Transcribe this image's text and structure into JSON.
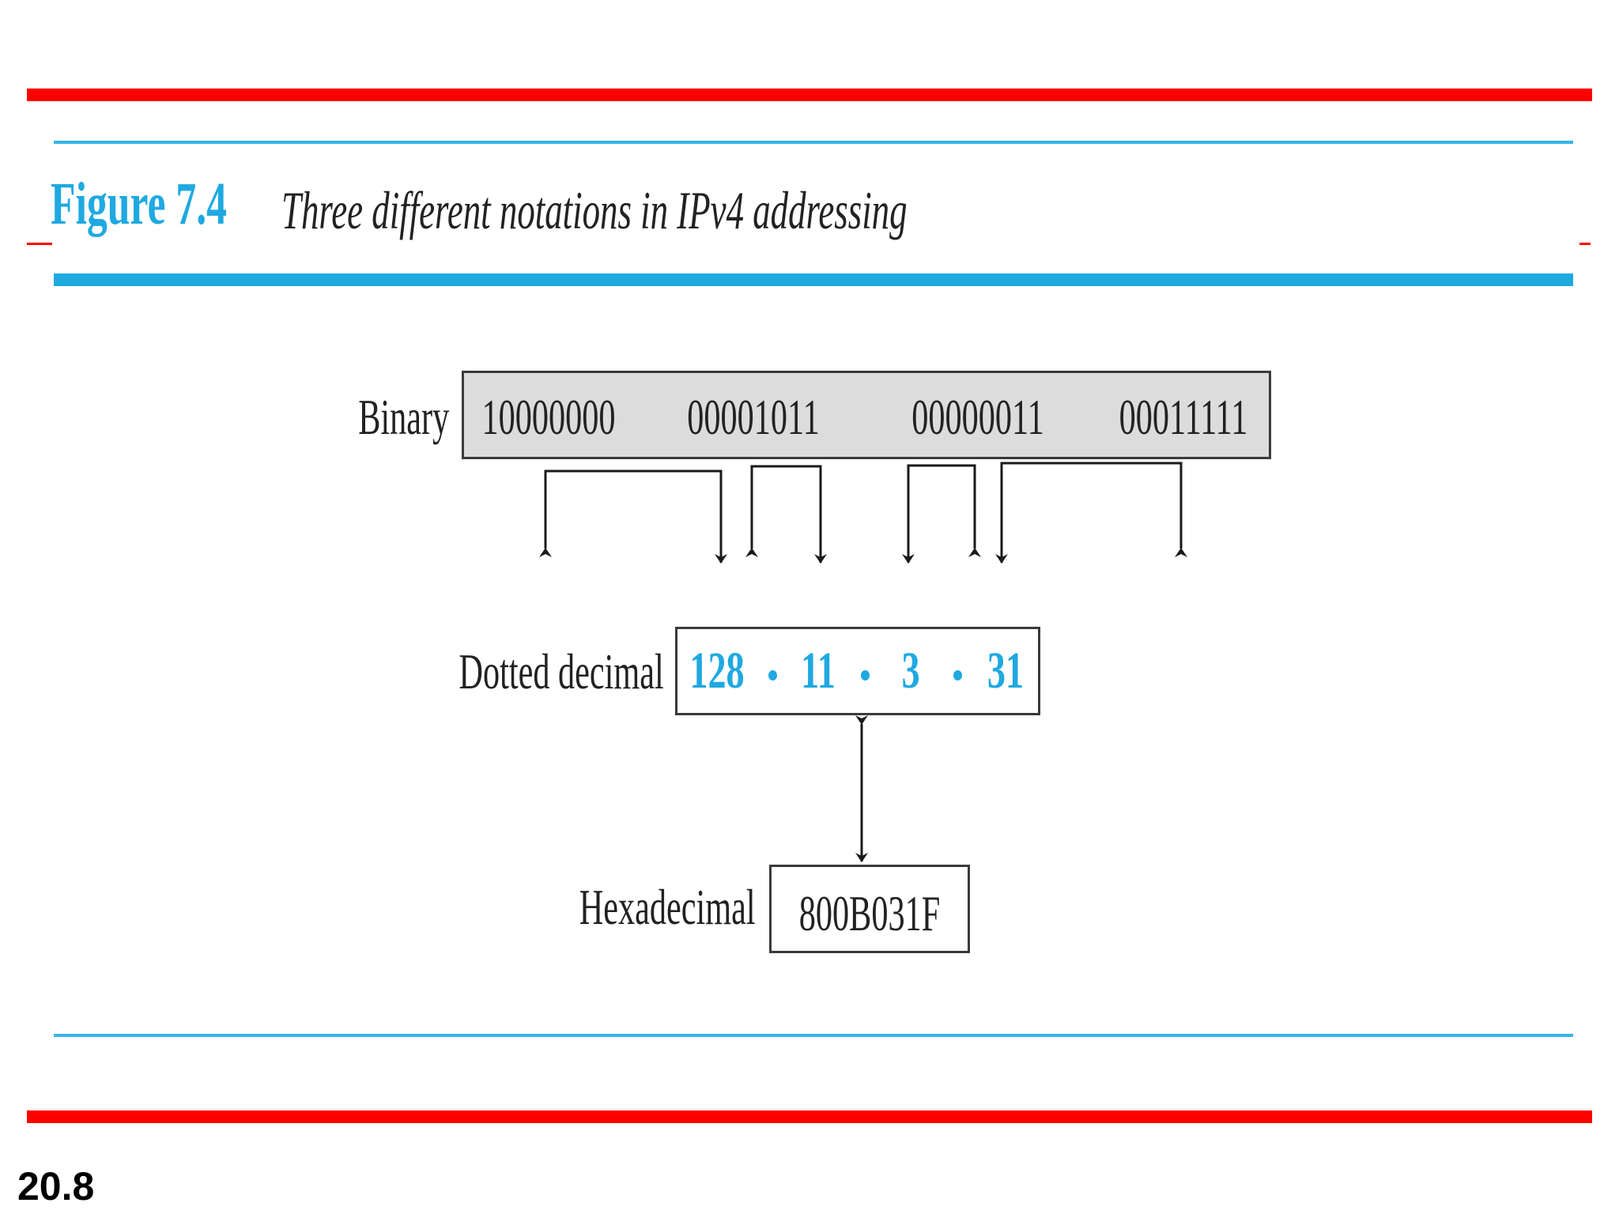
{
  "figure": {
    "number": "Figure 7.4",
    "caption": "Three different notations in IPv4 addressing",
    "accent_color": "#1fa9e1"
  },
  "diagram": {
    "binary": {
      "label": "Binary",
      "octets": [
        "10000000",
        "00001011",
        "00000011",
        "00011111"
      ]
    },
    "dotted_decimal": {
      "label": "Dotted decimal",
      "octets": [
        "128",
        "11",
        "3",
        "31"
      ]
    },
    "hexadecimal": {
      "label": "Hexadecimal",
      "value": "800B031F"
    }
  },
  "slide": {
    "page_number": "20.8",
    "rule_color": "#ff0000"
  }
}
